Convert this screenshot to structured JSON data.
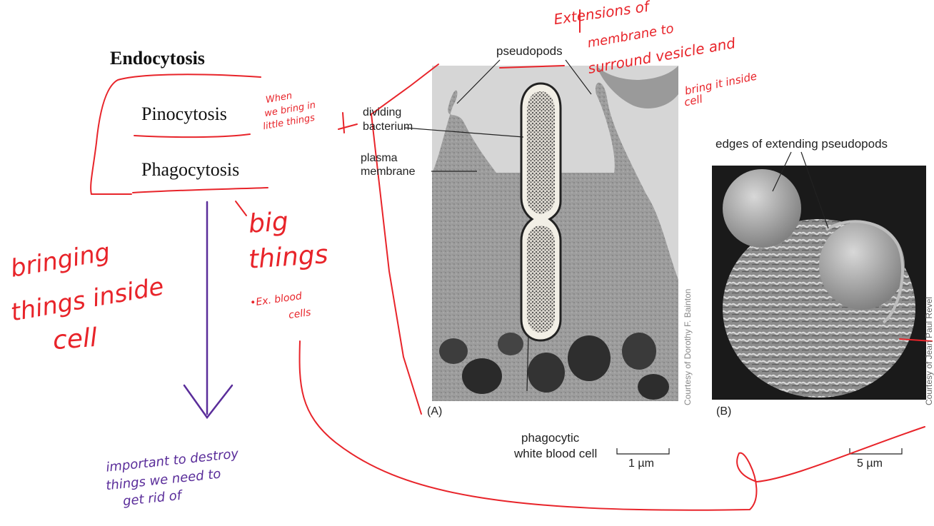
{
  "colors": {
    "ink_red": "#e8242a",
    "ink_purple": "#5a2d9a",
    "micrograph_bg": "#c9c9c9",
    "sem_bg": "#1c1c1c"
  },
  "typed": {
    "title": "Endocytosis",
    "item1": "Pinocytosis",
    "item2": "Phagocytosis"
  },
  "figure_a": {
    "label_pseudopods": "pseudopods",
    "label_dividing": "dividing",
    "label_bacterium": "bacterium",
    "label_plasma": "plasma",
    "label_membrane": "membrane",
    "label_phagocytic": "phagocytic",
    "label_wbc": "white blood cell",
    "panel": "(A)",
    "scale": "1 µm",
    "credit": "Courtesy of Dorothy F. Bainton"
  },
  "figure_b": {
    "label_edges": "edges of extending pseudopods",
    "panel": "(B)",
    "scale": "5 µm",
    "credit": "Courtesy of Jean Paul Revel"
  },
  "notes": {
    "extensions_1": "Extensions of",
    "extensions_2": "membrane to",
    "extensions_3": "surround vesicle and",
    "extensions_4": "bring it inside",
    "extensions_5": "cell",
    "when_1": "When",
    "when_2": "we bring in",
    "when_3": "little things",
    "big_1": "big",
    "big_2": "things",
    "ex_1": "•Ex. blood",
    "ex_2": "cells",
    "bringing_1": "bringing",
    "bringing_2": "things inside",
    "bringing_3": "cell",
    "important_1": "important to destroy",
    "important_2": "things we need to",
    "important_3": "get rid of"
  }
}
